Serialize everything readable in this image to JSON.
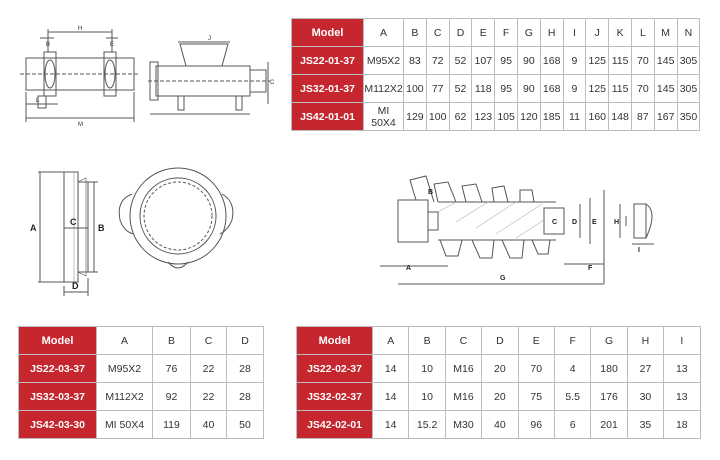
{
  "main_table": {
    "model_header": "Model",
    "columns": [
      "A",
      "B",
      "C",
      "D",
      "E",
      "F",
      "G",
      "H",
      "I",
      "J",
      "K",
      "L",
      "M",
      "N"
    ],
    "rows": [
      {
        "model": "JS22-01-37",
        "values": [
          "M95X2",
          "83",
          "72",
          "52",
          "107",
          "95",
          "90",
          "168",
          "9",
          "125",
          "115",
          "70",
          "145",
          "305"
        ]
      },
      {
        "model": "JS32-01-37",
        "values": [
          "M112X2",
          "100",
          "77",
          "52",
          "118",
          "95",
          "90",
          "168",
          "9",
          "125",
          "115",
          "70",
          "145",
          "305"
        ]
      },
      {
        "model": "JS42-01-01",
        "values": [
          "MI 50X4",
          "129",
          "100",
          "62",
          "123",
          "105",
          "120",
          "185",
          "11",
          "160",
          "148",
          "87",
          "167",
          "350"
        ]
      }
    ]
  },
  "ring_table": {
    "model_header": "Model",
    "columns": [
      "A",
      "B",
      "C",
      "D"
    ],
    "rows": [
      {
        "model": "JS22-03-37",
        "values": [
          "M95X2",
          "76",
          "22",
          "28"
        ]
      },
      {
        "model": "JS32-03-37",
        "values": [
          "M112X2",
          "92",
          "22",
          "28"
        ]
      },
      {
        "model": "JS42-03-30",
        "values": [
          "MI 50X4",
          "119",
          "40",
          "50"
        ]
      }
    ]
  },
  "screw_table": {
    "model_header": "Model",
    "columns": [
      "A",
      "B",
      "C",
      "D",
      "E",
      "F",
      "G",
      "H",
      "I"
    ],
    "rows": [
      {
        "model": "JS22-02-37",
        "values": [
          "14",
          "10",
          "M16",
          "20",
          "70",
          "4",
          "180",
          "27",
          "13"
        ]
      },
      {
        "model": "JS32-02-37",
        "values": [
          "14",
          "10",
          "M16",
          "20",
          "75",
          "5.5",
          "176",
          "30",
          "13"
        ]
      },
      {
        "model": "JS42-02-01",
        "values": [
          "14",
          "15.2",
          "M30",
          "40",
          "96",
          "6",
          "201",
          "35",
          "18"
        ]
      }
    ]
  },
  "drawing_labels": {
    "ring_side": {
      "a": "A",
      "b": "B",
      "c": "C",
      "d": "D"
    },
    "screw": {
      "a": "A",
      "b": "B",
      "c": "C",
      "d": "D",
      "e": "E",
      "f": "F",
      "g": "G",
      "h": "H",
      "i": "I"
    }
  }
}
